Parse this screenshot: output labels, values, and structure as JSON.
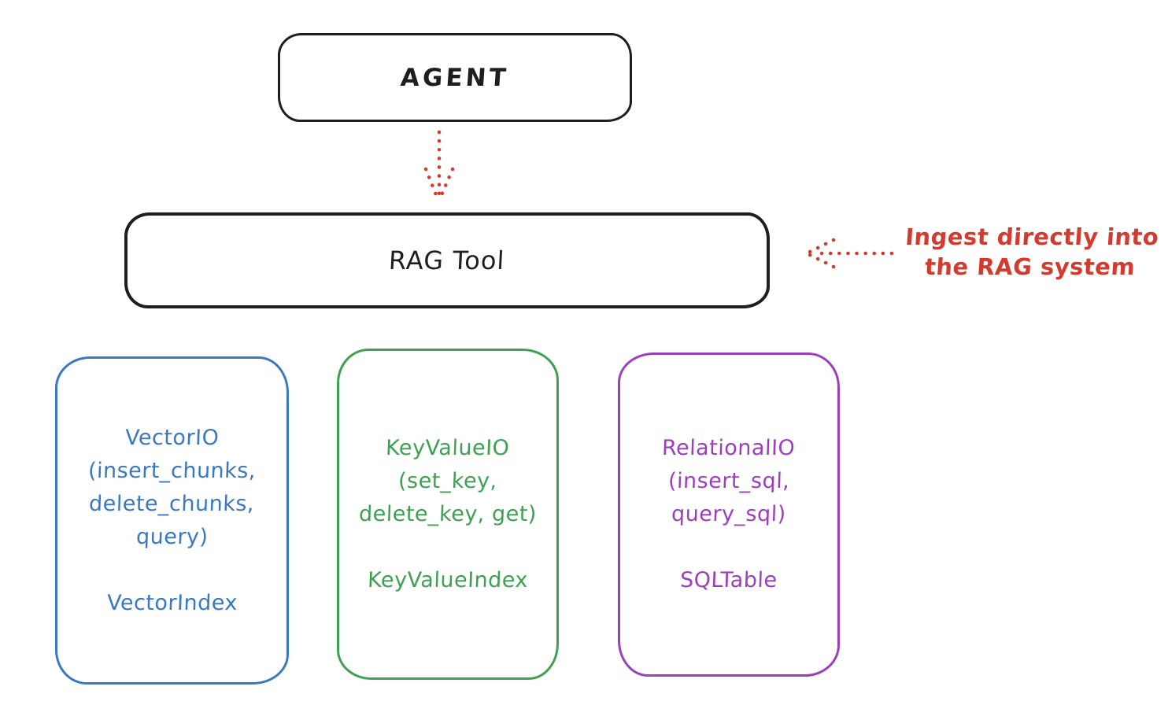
{
  "diagram": {
    "title_context": "RAG Tool architecture sketch",
    "stroke_color": "#1e1e1e",
    "arrow_color": "#d23b2f",
    "agent": {
      "label": "AGENT"
    },
    "rag_tool": {
      "label": "RAG Tool"
    },
    "annotation": {
      "line1": "Ingest directly into",
      "line2": "the RAG system",
      "color": "#d23b2f"
    },
    "boxes": {
      "vector": {
        "color": "#3b78c2",
        "lines": [
          "VectorIO",
          "(insert_chunks,",
          "delete_chunks,",
          "query)"
        ],
        "index": "VectorIndex"
      },
      "keyvalue": {
        "color": "#3fa054",
        "lines": [
          "KeyValueIO",
          "(set_key,",
          "delete_key, get)"
        ],
        "index": "KeyValueIndex"
      },
      "relational": {
        "color": "#9d3fbd",
        "lines": [
          "RelationalIO",
          "(insert_sql,",
          "query_sql)"
        ],
        "index": "SQLTable"
      }
    }
  }
}
